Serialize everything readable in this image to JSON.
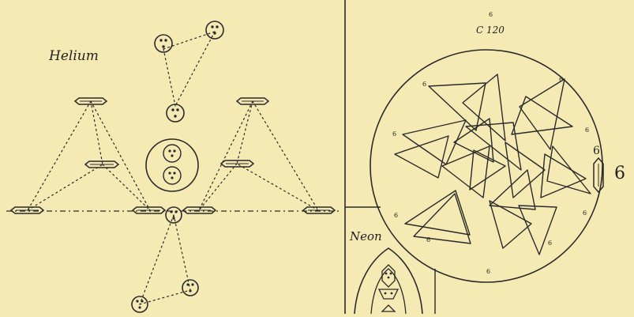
{
  "labels": {
    "helium": "Helium",
    "neon": "Neon",
    "c120": "C 120",
    "six_large": "6",
    "six_small": "6",
    "star_tip": "6"
  },
  "colors": {
    "paper": "#f6eab4",
    "ink": "#2a2a2a"
  }
}
